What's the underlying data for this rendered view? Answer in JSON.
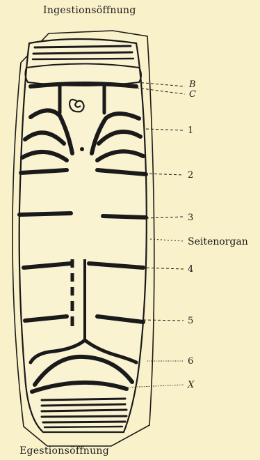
{
  "labels": {
    "top": "Ingestionsöffnung",
    "bottom": "Egestionsöffnung",
    "b": "B",
    "c": "C",
    "n1": "1",
    "n2": "2",
    "n3": "3",
    "lateral": "Seitenorgan",
    "n4": "4",
    "n5": "5",
    "n6": "6",
    "x": "X"
  },
  "colors": {
    "ink": "#1a1a1a",
    "paper": "#f9f1c9",
    "body_fill": "#faf3d2"
  }
}
